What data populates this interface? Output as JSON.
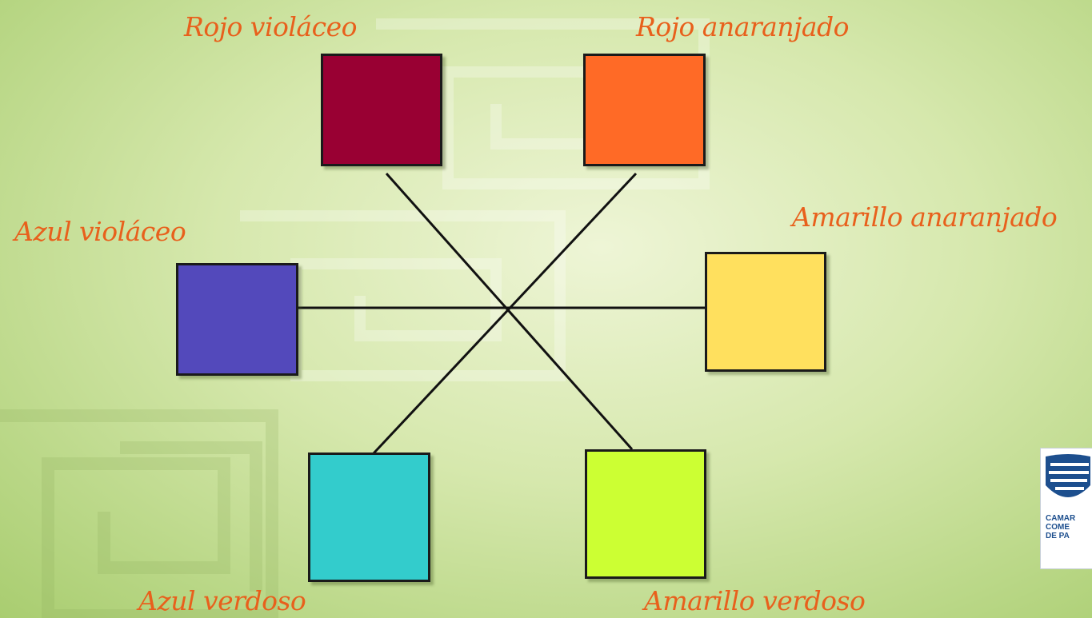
{
  "colors": {
    "label_text": "#e8601c",
    "connector": "#111111"
  },
  "swatches": [
    {
      "id": "rojo-violaceo",
      "label": "Rojo violáceo",
      "color": "#990033"
    },
    {
      "id": "rojo-anaranjado",
      "label": "Rojo anaranjado",
      "color": "#ff6a26"
    },
    {
      "id": "azul-violaceo",
      "label": "Azul violáceo",
      "color": "#5349bb"
    },
    {
      "id": "amarillo-anaranjado",
      "label": "Amarillo anaranjado",
      "color": "#ffe05e"
    },
    {
      "id": "azul-verdoso",
      "label": "Azul verdoso",
      "color": "#33cccc"
    },
    {
      "id": "amarillo-verdoso",
      "label": "Amarillo verdoso",
      "color": "#ccff33"
    }
  ],
  "logo": {
    "text": "CAMAR\nCOME\nDE PA"
  }
}
